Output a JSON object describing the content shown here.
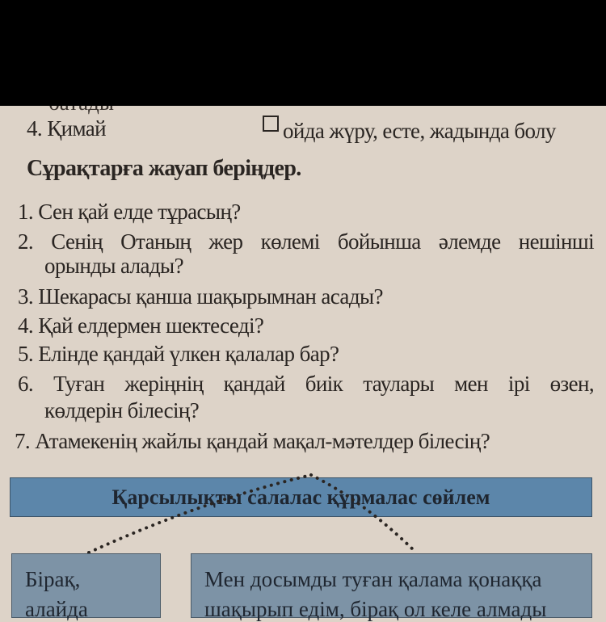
{
  "previous": {
    "cut_word": "батады",
    "item4_label": "4. Қимай",
    "item4_definition": "ойда жүру, есте, жадында болу"
  },
  "task": {
    "heading": "Сұрақтарға жауап беріңдер.",
    "questions": [
      {
        "line1": "1. Сен қай елде тұрасың?"
      },
      {
        "line1": "2. Сенің Отаның жер көлемі бойынша әлемде нешінші",
        "line2": "орынды алады?"
      },
      {
        "line1": "3. Шекарасы қанша шақырымнан асады?"
      },
      {
        "line1": "4. Қай елдермен шектеседі?"
      },
      {
        "line1": "5. Елінде қандай үлкен қалалар бар?"
      },
      {
        "line1": "6. Туған жеріңнің қандай биік таулары мен ірі өзен,",
        "line2": "көлдерін білесің?"
      },
      {
        "line1": "7. Атамекенің жайлы қандай мақал-мәтелдер білесің?"
      }
    ]
  },
  "diagram": {
    "title": "Қарсылықты салалас құрмалас сөйлем",
    "left_box": {
      "line1": "Бірақ,",
      "line2": "алайда"
    },
    "right_box": {
      "line1": "Мен досымды туған қалама қонаққа",
      "line2": "шақырып едім, бірақ ол келе алмады"
    },
    "colors": {
      "banner": "#5c86aa",
      "boxes": "#7d93a6",
      "page": "#ddd3c8"
    }
  }
}
